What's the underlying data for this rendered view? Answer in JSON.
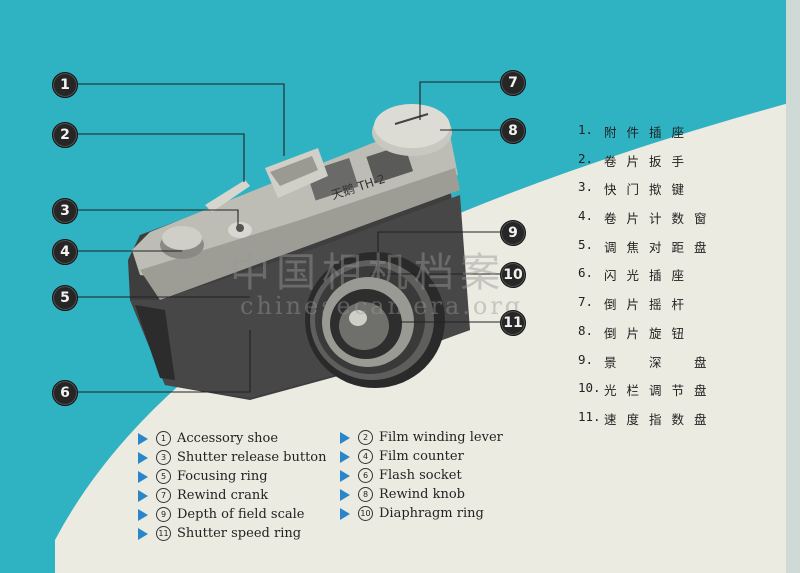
{
  "camera": {
    "model_label": "TH-2",
    "brand_mark": "天鹅"
  },
  "watermark": {
    "main": "中国相机档案",
    "sub": "chinesecamera.org"
  },
  "callouts": [
    "1",
    "2",
    "3",
    "4",
    "5",
    "6",
    "7",
    "8",
    "9",
    "10",
    "11"
  ],
  "cn_list": [
    {
      "num": "1.",
      "text": "附件插座"
    },
    {
      "num": "2.",
      "text": "卷片扳手"
    },
    {
      "num": "3.",
      "text": "快门揿键"
    },
    {
      "num": "4.",
      "text": "卷片计数窗"
    },
    {
      "num": "5.",
      "text": "调焦对距盘"
    },
    {
      "num": "6.",
      "text": "闪光插座"
    },
    {
      "num": "7.",
      "text": "倒片摇杆"
    },
    {
      "num": "8.",
      "text": "倒片旋钮"
    },
    {
      "num": "9.",
      "text": "景　深　盘"
    },
    {
      "num": "10.",
      "text": "光栏调节盘"
    },
    {
      "num": "11.",
      "text": "速度指数盘"
    }
  ],
  "en_list": [
    {
      "num": "1",
      "label": "Accessory shoe"
    },
    {
      "num": "2",
      "label": "Film winding lever"
    },
    {
      "num": "3",
      "label": "Shutter release button"
    },
    {
      "num": "4",
      "label": "Film counter"
    },
    {
      "num": "5",
      "label": "Focusing ring"
    },
    {
      "num": "6",
      "label": "Flash socket"
    },
    {
      "num": "7",
      "label": "Rewind crank"
    },
    {
      "num": "8",
      "label": "Rewind knob"
    },
    {
      "num": "9",
      "label": "Depth of field scale"
    },
    {
      "num": "10",
      "label": "Diaphragm ring"
    },
    {
      "num": "11",
      "label": "Shutter speed ring"
    }
  ],
  "colors": {
    "background_cyan": "#2fb2c2",
    "paper": "#ecebe2",
    "bullet_blue": "#2a86c8",
    "callout_dark": "#262626"
  }
}
